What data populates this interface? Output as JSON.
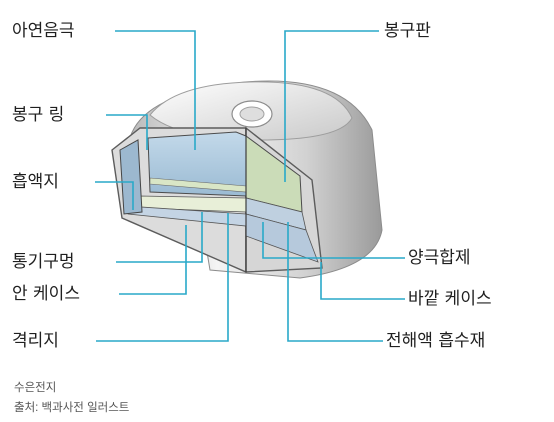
{
  "labels": {
    "zinc_anode": "아연음극",
    "sealing_ring": "봉구 링",
    "absorbent_paper": "흡액지",
    "vent_hole": "통기구멍",
    "inner_case": "안 케이스",
    "separator": "격리지",
    "sealing_plate": "봉구판",
    "cathode_mix": "양극합제",
    "outer_case": "바깥 케이스",
    "electrolyte_absorber": "전해액 흡수재"
  },
  "caption": {
    "title": "수은전지",
    "source": "출처: 백과사전 일러스트"
  },
  "colors": {
    "leader_line": "#29a9c9",
    "anode": "#a9c7dd",
    "cathode": "#c8dbb5",
    "case": "#e4e4e4"
  }
}
